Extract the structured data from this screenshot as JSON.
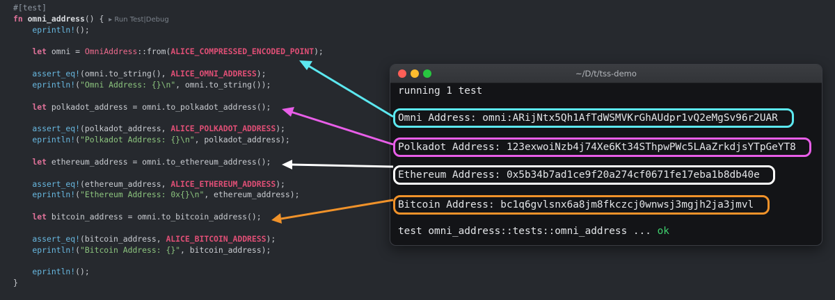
{
  "colors": {
    "editor_bg": "#26292e",
    "terminal_bg": "#131417",
    "omni": "#5ce8f0",
    "polkadot": "#e85ee8",
    "ethereum": "#ffffff",
    "bitcoin": "#f0922a",
    "ok": "#3fd06e"
  },
  "editor": {
    "code_lens": "▸ Run Test|Debug",
    "lines": [
      [
        [
          "attr",
          "#[test]"
        ]
      ],
      [
        [
          "kw",
          "fn "
        ],
        [
          "fnname",
          "omni_address"
        ],
        [
          "plain",
          "() { "
        ],
        [
          "lens",
          "▸ Run Test|Debug"
        ]
      ],
      [
        [
          "macro",
          "    eprintln!"
        ],
        [
          "plain",
          "();"
        ]
      ],
      [],
      [
        [
          "kw",
          "    let "
        ],
        [
          "plain",
          "omni = "
        ],
        [
          "type",
          "OmniAddress"
        ],
        [
          "plain",
          "::from("
        ],
        [
          "const",
          "ALICE_COMPRESSED_ENCODED_POINT"
        ],
        [
          "plain",
          ");"
        ]
      ],
      [],
      [
        [
          "macro",
          "    assert_eq!"
        ],
        [
          "plain",
          "(omni.to_string(), "
        ],
        [
          "const",
          "ALICE_OMNI_ADDRESS"
        ],
        [
          "plain",
          ");"
        ]
      ],
      [
        [
          "macro",
          "    eprintln!"
        ],
        [
          "plain",
          "("
        ],
        [
          "str",
          "\"Omni Address: {}\\n\""
        ],
        [
          "plain",
          ", omni.to_string());"
        ]
      ],
      [],
      [
        [
          "kw",
          "    let "
        ],
        [
          "plain",
          "polkadot_address = omni.to_polkadot_address();"
        ]
      ],
      [],
      [
        [
          "macro",
          "    assert_eq!"
        ],
        [
          "plain",
          "(polkadot_address, "
        ],
        [
          "const",
          "ALICE_POLKADOT_ADDRESS"
        ],
        [
          "plain",
          ");"
        ]
      ],
      [
        [
          "macro",
          "    eprintln!"
        ],
        [
          "plain",
          "("
        ],
        [
          "str",
          "\"Polkadot Address: {}\\n\""
        ],
        [
          "plain",
          ", polkadot_address);"
        ]
      ],
      [],
      [
        [
          "kw",
          "    let "
        ],
        [
          "plain",
          "ethereum_address = omni.to_ethereum_address();"
        ]
      ],
      [],
      [
        [
          "macro",
          "    assert_eq!"
        ],
        [
          "plain",
          "(ethereum_address, "
        ],
        [
          "const",
          "ALICE_ETHEREUM_ADDRESS"
        ],
        [
          "plain",
          ");"
        ]
      ],
      [
        [
          "macro",
          "    eprintln!"
        ],
        [
          "plain",
          "("
        ],
        [
          "str",
          "\"Ethereum Address: 0x{}\\n\""
        ],
        [
          "plain",
          ", ethereum_address);"
        ]
      ],
      [],
      [
        [
          "kw",
          "    let "
        ],
        [
          "plain",
          "bitcoin_address = omni.to_bitcoin_address();"
        ]
      ],
      [],
      [
        [
          "macro",
          "    assert_eq!"
        ],
        [
          "plain",
          "(bitcoin_address, "
        ],
        [
          "const",
          "ALICE_BITCOIN_ADDRESS"
        ],
        [
          "plain",
          ");"
        ]
      ],
      [
        [
          "macro",
          "    eprintln!"
        ],
        [
          "plain",
          "("
        ],
        [
          "str",
          "\"Bitcoin Address: {}\""
        ],
        [
          "plain",
          ", bitcoin_address);"
        ]
      ],
      [],
      [
        [
          "macro",
          "    eprintln!"
        ],
        [
          "plain",
          "();"
        ]
      ],
      [
        [
          "plain",
          "}"
        ]
      ]
    ]
  },
  "terminal": {
    "title": "~/D/t/tss-demo",
    "running": "running 1 test",
    "omni_line": "Omni Address: omni:ARijNtx5Qh1AfTdWSMVKrGhAUdpr1vQ2eMgSv96r2UAR",
    "polkadot_line": "Polkadot Address: 123exwoiNzb4j74Xe6Kt34SThpwPWc5LAaZrkdjsYTpGeYT8",
    "ethereum_line": "Ethereum Address: 0x5b34b7ad1ce9f20a274cf0671fe17eba1b8db40e",
    "bitcoin_line": "Bitcoin Address: bc1q6gvlsnx6a8jm8fkczcj0wnwsj3mgjh2ja3jmvl",
    "result_prefix": "test omni_address::tests::omni_address ... ",
    "result_status": "ok"
  }
}
